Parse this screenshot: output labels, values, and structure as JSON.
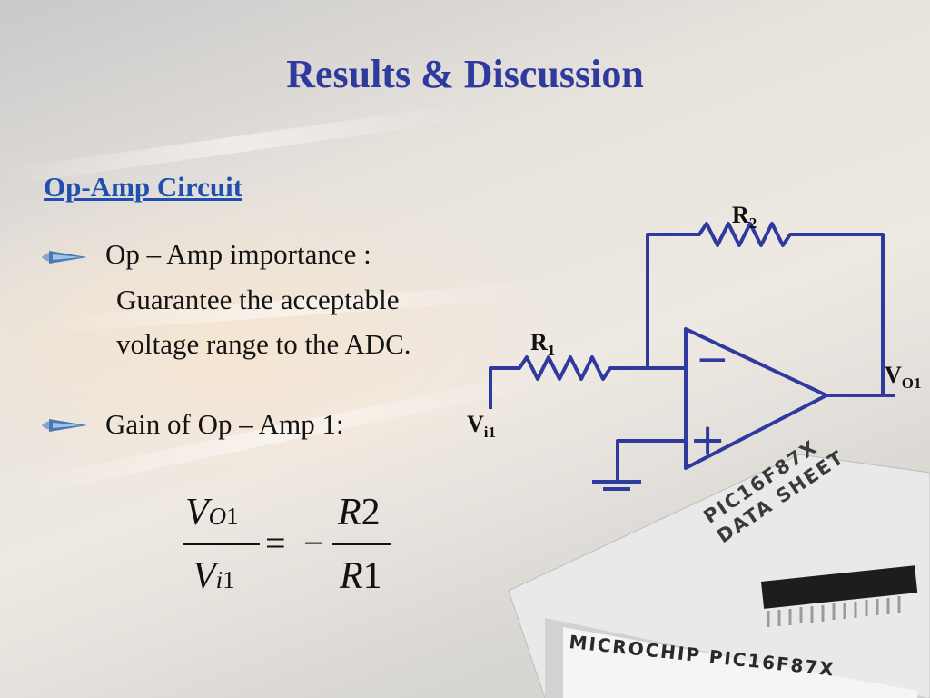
{
  "slide": {
    "title": "Results & Discussion",
    "subtitle": "Op-Amp Circuit",
    "bullets": [
      {
        "line1": "Op – Amp importance :",
        "line2": "Guarantee the acceptable",
        "line3": "voltage range to the ADC."
      },
      {
        "line1": "Gain of Op – Amp 1:"
      }
    ]
  },
  "circuit": {
    "r2": {
      "base": "R",
      "sub": "2"
    },
    "r1": {
      "base": "R",
      "sub": "1"
    },
    "vo1": {
      "base": "V",
      "sub": "O1"
    },
    "vi1": {
      "base": "V",
      "sub": "i1"
    },
    "minus_sign": "−",
    "plus_sign": "+"
  },
  "equation": {
    "num_left_base": "V",
    "num_left_sub": "O",
    "num_left_idx": "1",
    "den_left_base": "V",
    "den_left_sub": "i",
    "den_left_idx": "1",
    "equals": "=",
    "minus": "−",
    "num_right_base": "R",
    "num_right_idx": "2",
    "den_right_base": "R",
    "den_right_idx": "1"
  },
  "background": {
    "book_brand": "MICROCHIP  PIC16F87X",
    "book_spine_line1": "PIC16F87X",
    "book_spine_line2": "DATA SHEET"
  },
  "colors": {
    "title": "#2f3a9e",
    "subtitle": "#1f4fb0",
    "circuit": "#2f3a9e"
  }
}
